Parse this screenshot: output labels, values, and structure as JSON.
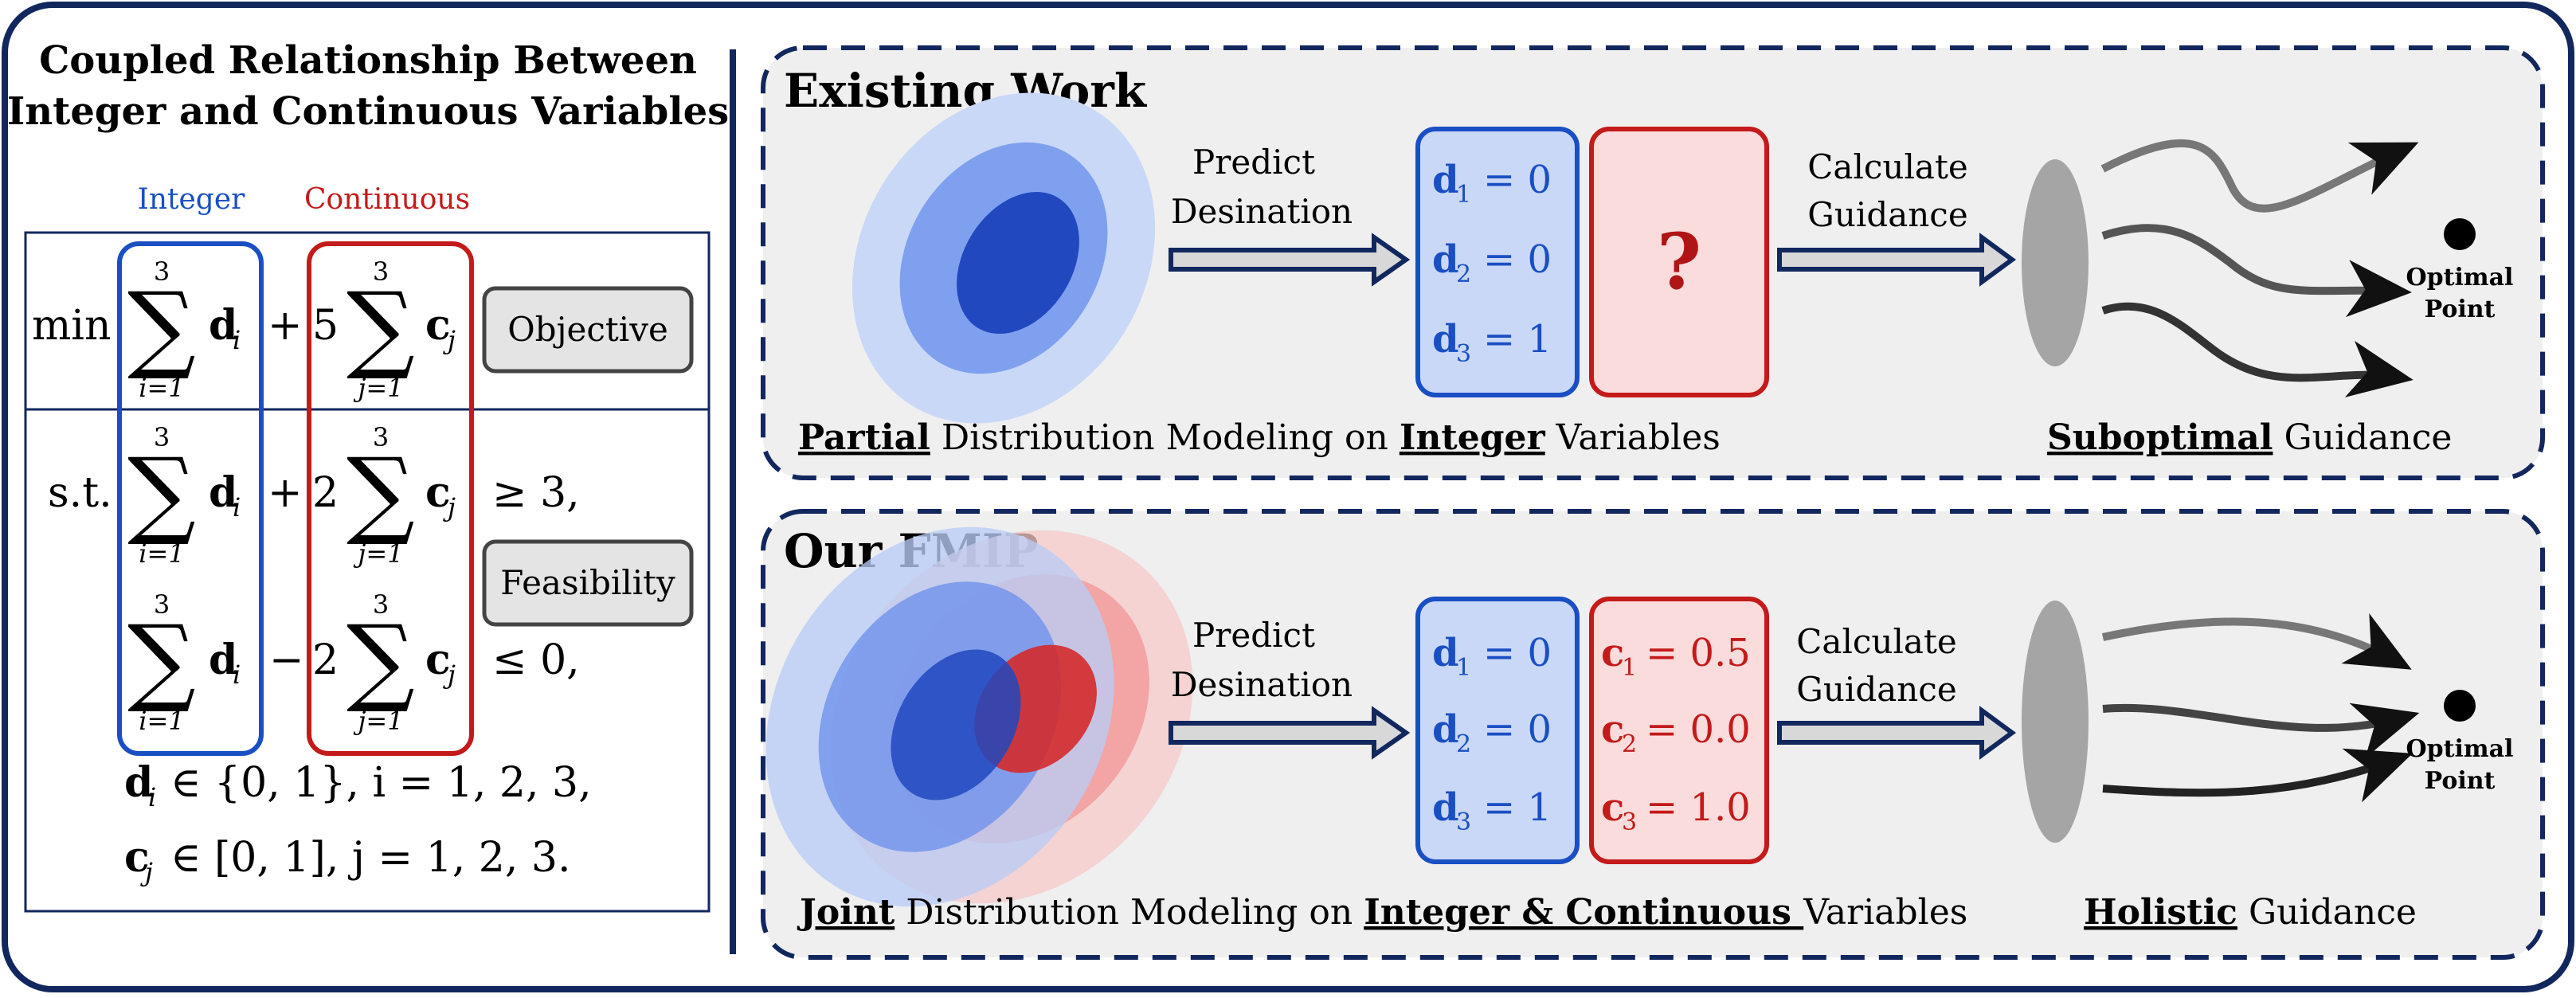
{
  "left_panel": {
    "title_line1": "Coupled Relationship Between",
    "title_line2": "Integer and Continuous Variables",
    "label_integer": "Integer",
    "label_continuous": "Continuous",
    "objective_label": "Objective",
    "feasibility_label": "Feasibility",
    "math": {
      "min": "min",
      "st": "s.t.",
      "sum": "∑",
      "sum_upper": "3",
      "sum_lower_i": "i=1",
      "sum_lower_j": "j=1",
      "d_i": "d",
      "d_sub": "i",
      "c_j": "c",
      "c_sub": "j",
      "plus": "+",
      "minus": "−",
      "coef5": "5",
      "coef2": "2",
      "geq3": "≥  3,",
      "leq0": "≤  0,",
      "domain_d_sym": "d",
      "domain_d_sub": "i",
      "domain_d_rest": "∈ {0, 1},     i = 1, 2, 3,",
      "domain_c_sym": "c",
      "domain_c_sub": "j",
      "domain_c_rest": "∈ [0, 1],     j = 1, 2, 3."
    }
  },
  "existing": {
    "title": "Existing Work",
    "predict_line1": "Predict",
    "predict_line2": "Desination",
    "calc_line1": "Calculate",
    "calc_line2": "Guidance",
    "d_values": [
      {
        "sym": "d",
        "sub": "1",
        "rest": "= 0"
      },
      {
        "sym": "d",
        "sub": "2",
        "rest": "= 0"
      },
      {
        "sym": "d",
        "sub": "3",
        "rest": "= 1"
      }
    ],
    "unknown": "?",
    "caption_bold1": "Partial",
    "caption_mid": " Distribution Modeling on ",
    "caption_bold2": "Integer",
    "caption_end": " Variables",
    "guidance_bold": "Suboptimal",
    "guidance_rest": " Guidance",
    "optimal_line1": "Optimal",
    "optimal_line2": "Point"
  },
  "fmip": {
    "title": "Our FMIP",
    "predict_line1": "Predict",
    "predict_line2": "Desination",
    "calc_line1": "Calculate",
    "calc_line2": "Guidance",
    "d_values": [
      {
        "sym": "d",
        "sub": "1",
        "rest": "= 0"
      },
      {
        "sym": "d",
        "sub": "2",
        "rest": "= 0"
      },
      {
        "sym": "d",
        "sub": "3",
        "rest": "= 1"
      }
    ],
    "c_values": [
      {
        "sym": "c",
        "sub": "1",
        "rest": "= 0.5"
      },
      {
        "sym": "c",
        "sub": "2",
        "rest": "= 0.0"
      },
      {
        "sym": "c",
        "sub": "3",
        "rest": "= 1.0"
      }
    ],
    "caption_bold1": "Joint",
    "caption_mid": " Distribution Modeling on ",
    "caption_bold2": "Integer & Continuous ",
    "caption_end": "Variables",
    "guidance_bold": "Holistic",
    "guidance_rest": " Guidance",
    "optimal_line1": "Optimal",
    "optimal_line2": "Point"
  },
  "colors": {
    "navy": "#12275e",
    "integer_blue": "#1a4fc4",
    "continuous_red": "#c41a1a",
    "panel_gray": "#efefef",
    "blue_fill": "#c9d8f7",
    "red_fill": "#fbdcdc"
  }
}
